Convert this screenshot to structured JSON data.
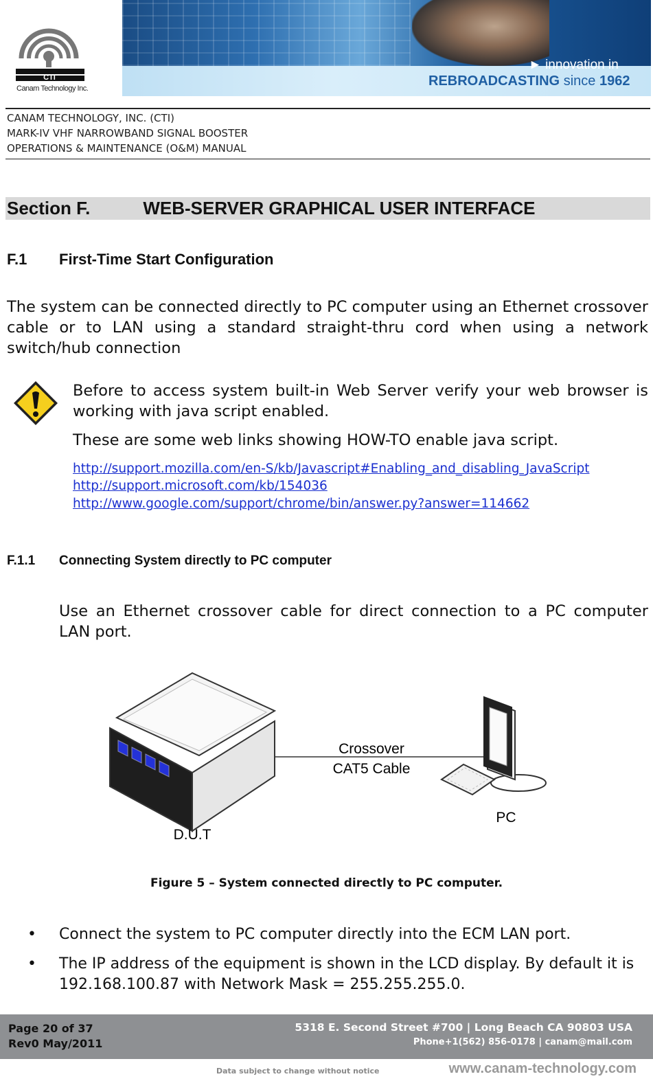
{
  "banner": {
    "logo_name": "CTI",
    "logo_sub": "Canam Technology Inc.",
    "tagline_1": "► innovation in",
    "tagline_2a": "REBROADCASTING",
    "tagline_2b": "since",
    "tagline_2c": "1962"
  },
  "header": {
    "line1": "CANAM TECHNOLOGY, INC. (CTI)",
    "line2": "MARK-IV VHF NARROWBAND SIGNAL BOOSTER",
    "line3": "OPERATIONS & MAINTENANCE (O&M) MANUAL"
  },
  "section": {
    "label": "Section F.",
    "title": "WEB-SERVER GRAPHICAL USER INTERFACE"
  },
  "subsection": {
    "number": "F.1",
    "title": "First-Time Start Configuration",
    "intro": "The system can be connected directly to PC computer using an Ethernet crossover cable or to LAN using a standard straight-thru cord when using a network switch/hub connection"
  },
  "warning": {
    "icon": "warning-icon",
    "text1": "Before to access system built-in Web Server verify your web browser is working with java script enabled.",
    "text2": "These are some web links showing HOW-TO enable java script.",
    "links": [
      "http://support.mozilla.com/en-S/kb/Javascript#Enabling_and_disabling_JavaScript",
      "http://support.microsoft.com/kb/154036",
      "http://www.google.com/support/chrome/bin/answer.py?answer=114662"
    ]
  },
  "subsubsection": {
    "number": "F.1.1",
    "title": "Connecting System directly to PC computer",
    "text": "Use an Ethernet crossover cable for direct connection to a PC computer LAN port."
  },
  "diagram": {
    "cable_label_1": "Crossover",
    "cable_label_2": "CAT5 Cable",
    "device_label": "D.U.T",
    "pc_label": "PC"
  },
  "figure_caption": "Figure 5 – System connected directly to PC computer.",
  "bullets": [
    "Connect the system to PC computer directly into the ECM LAN port.",
    "The IP address of the equipment is shown in the LCD display. By default it is 192.168.100.87  with Network Mask = 255.255.255.0."
  ],
  "footer": {
    "page": "Page 20 of 37",
    "rev": "Rev0 May/2011",
    "address": "5318 E. Second Street  #700 | Long Beach CA 90803 USA",
    "phone": "Phone+1(562) 856-0178 | canam@mail.com",
    "notice": "Data subject to change without notice",
    "website": "www.canam-technology.com"
  }
}
